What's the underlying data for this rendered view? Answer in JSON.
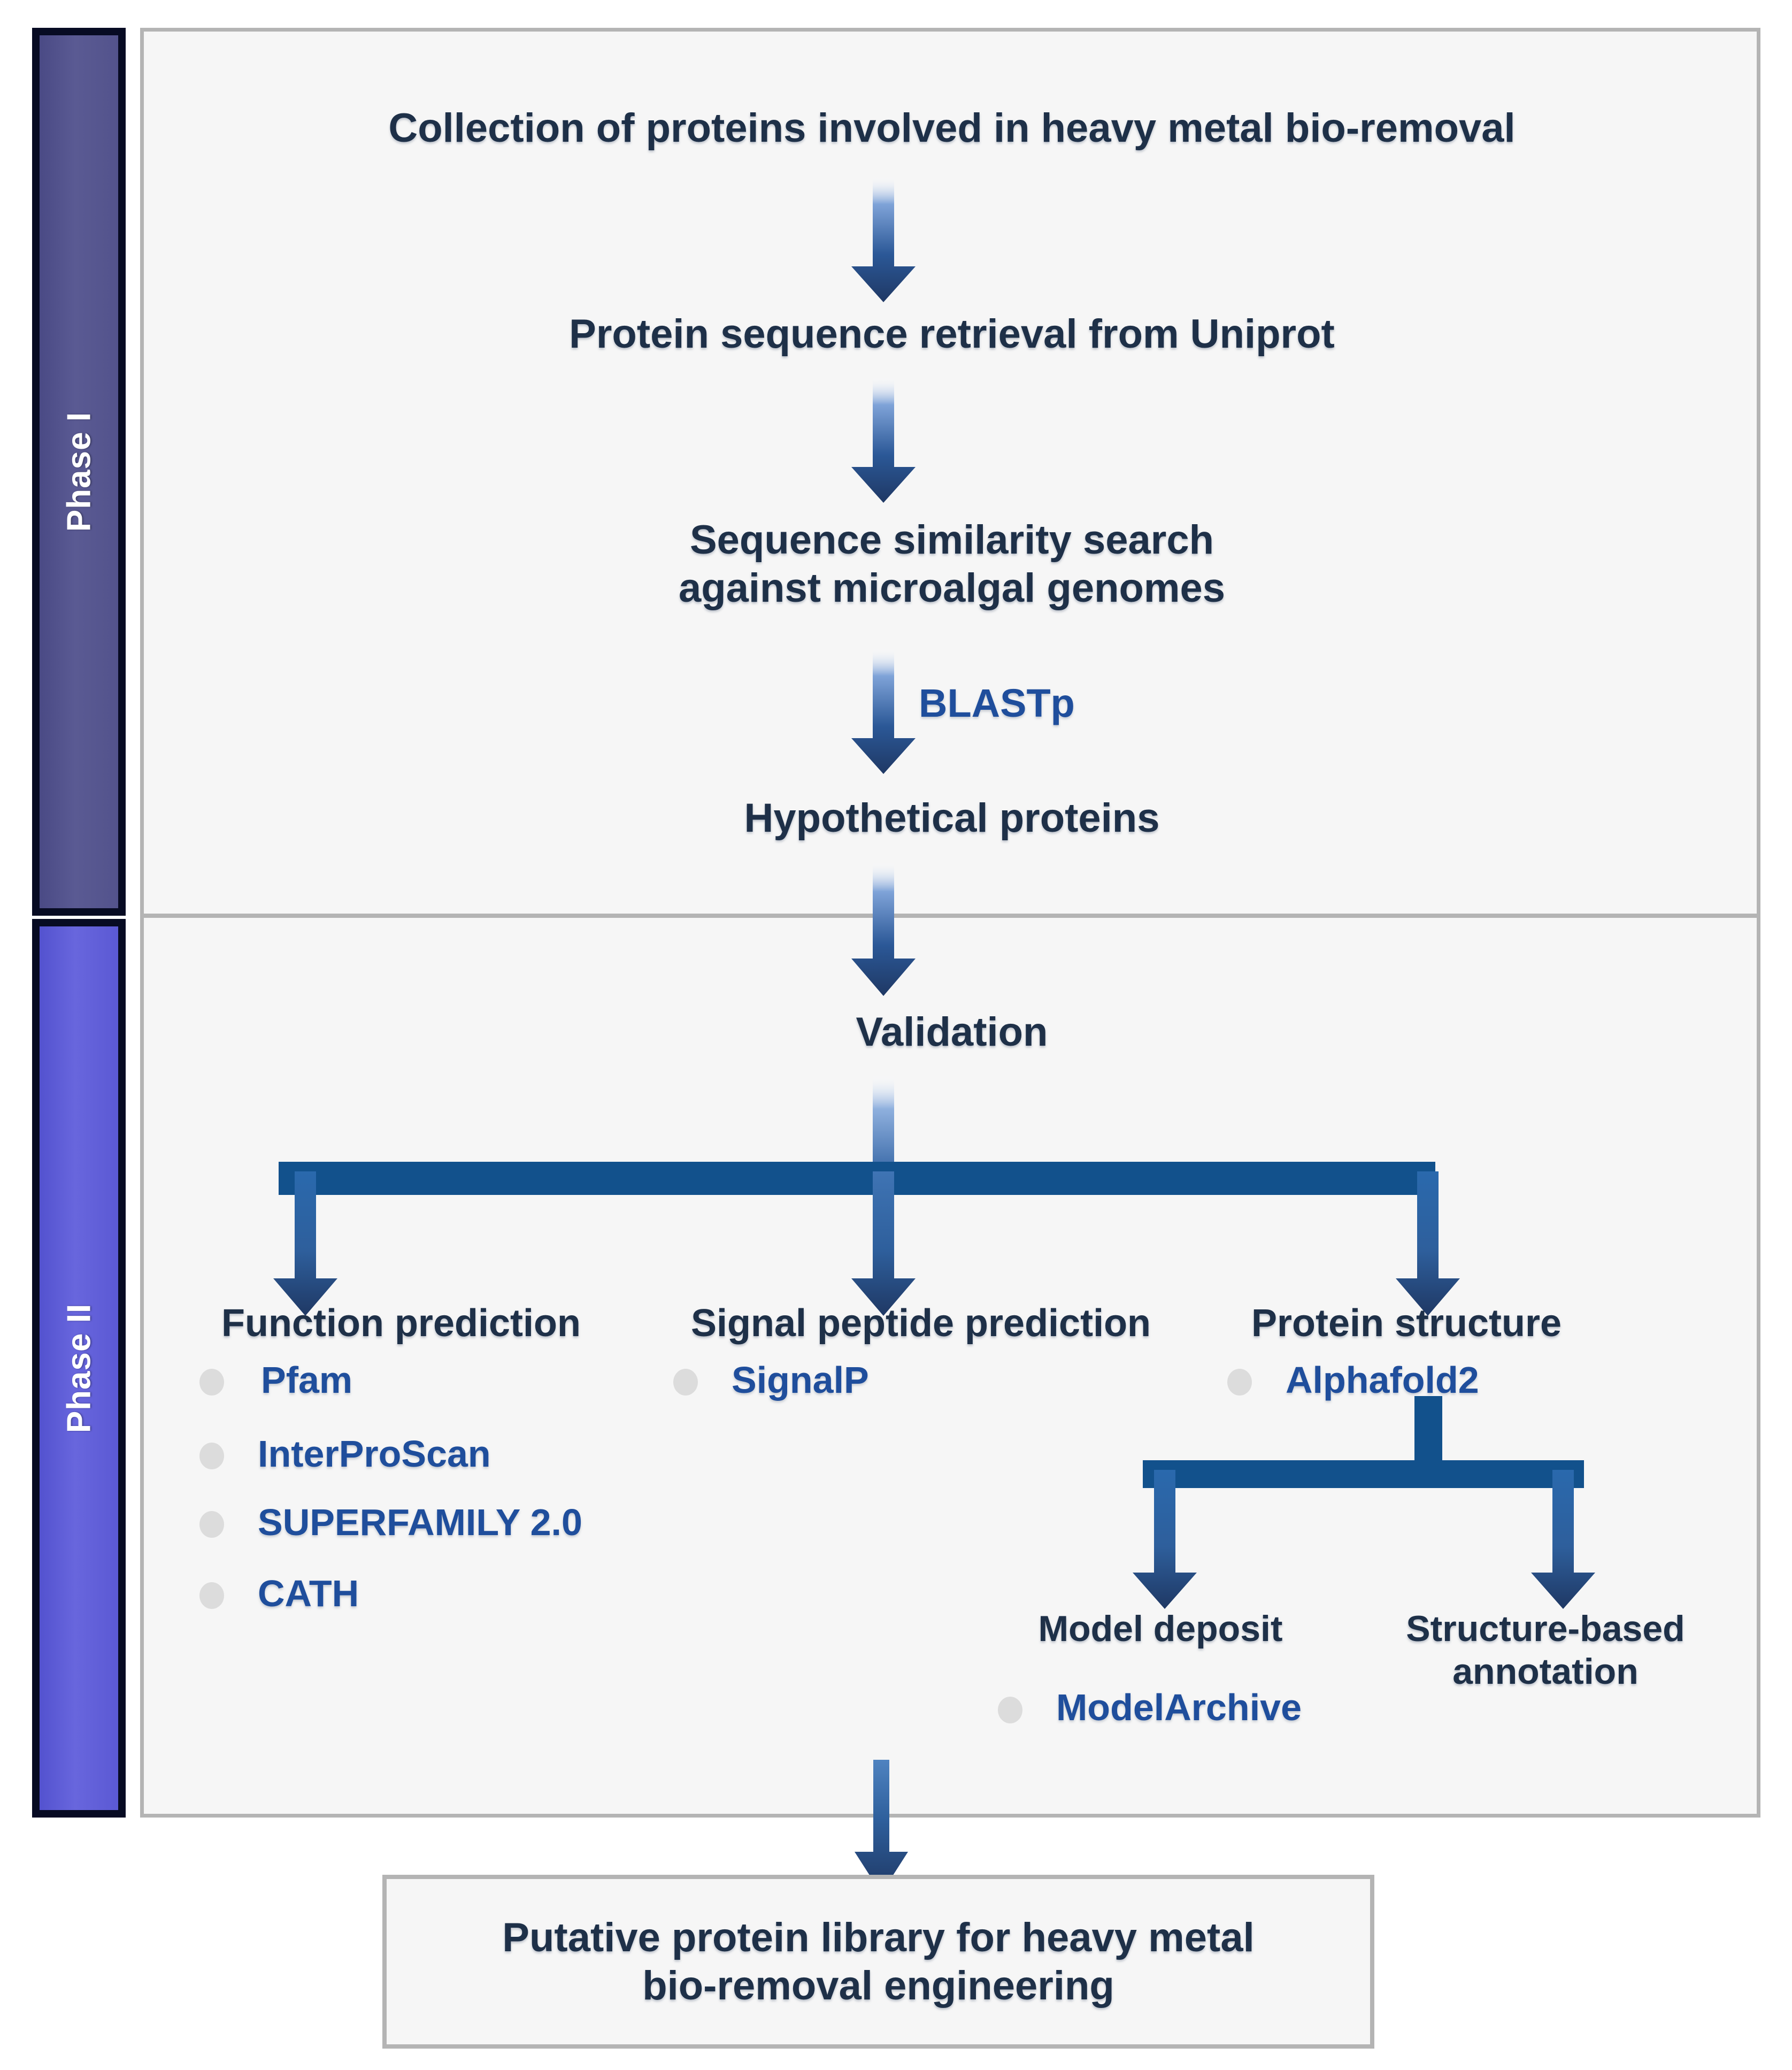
{
  "diagram": {
    "title": "Workflow for identification of putative heavy-metal bio-removal proteins",
    "colors": {
      "phase1_rail": "#53538c",
      "phase2_rail": "#5b59d4",
      "panel_bg": "#f6f6f6",
      "panel_border": "#b4b4b4",
      "node_text": "#1e3048",
      "tool_text": "#1f4e9c",
      "connector": "#12518c",
      "arrow_dark": "#1f3864",
      "bullet_dot": "#dcdcdc",
      "rail_outline": "#070b23"
    }
  },
  "phases": [
    {
      "id": "phase-1",
      "label": "Phase I"
    },
    {
      "id": "phase-2",
      "label": "Phase II"
    }
  ],
  "phase1": {
    "steps": [
      {
        "id": "collection",
        "text": "Collection of proteins involved in heavy metal bio-removal"
      },
      {
        "id": "retrieval",
        "text": "Protein sequence retrieval from Uniprot"
      },
      {
        "id": "similarity-search",
        "line1": "Sequence similarity search",
        "line2": "against microalgal genomes"
      },
      {
        "id": "hypothetical",
        "text": "Hypothetical proteins"
      }
    ],
    "edge_labels": [
      {
        "id": "blastp",
        "text": "BLASTp"
      }
    ]
  },
  "phase2": {
    "validation": "Validation",
    "branches": [
      {
        "id": "function-prediction",
        "header": "Function prediction",
        "tools": [
          "Pfam",
          "InterProScan",
          "SUPERFAMILY 2.0",
          "CATH"
        ]
      },
      {
        "id": "signal-peptide-prediction",
        "header": "Signal peptide prediction",
        "tools": [
          "SignalP"
        ]
      },
      {
        "id": "protein-structure",
        "header": "Protein structure",
        "tools": [
          "Alphafold2"
        ],
        "sub_branches": [
          {
            "id": "model-deposit",
            "header": "Model deposit",
            "tools": [
              "ModelArchive"
            ]
          },
          {
            "id": "structure-based-annotation",
            "header_line1": "Structure-based",
            "header_line2": "annotation",
            "tools": []
          }
        ]
      }
    ]
  },
  "output": {
    "id": "putative-library",
    "line1": "Putative protein library for heavy metal",
    "line2": "bio-removal engineering"
  }
}
